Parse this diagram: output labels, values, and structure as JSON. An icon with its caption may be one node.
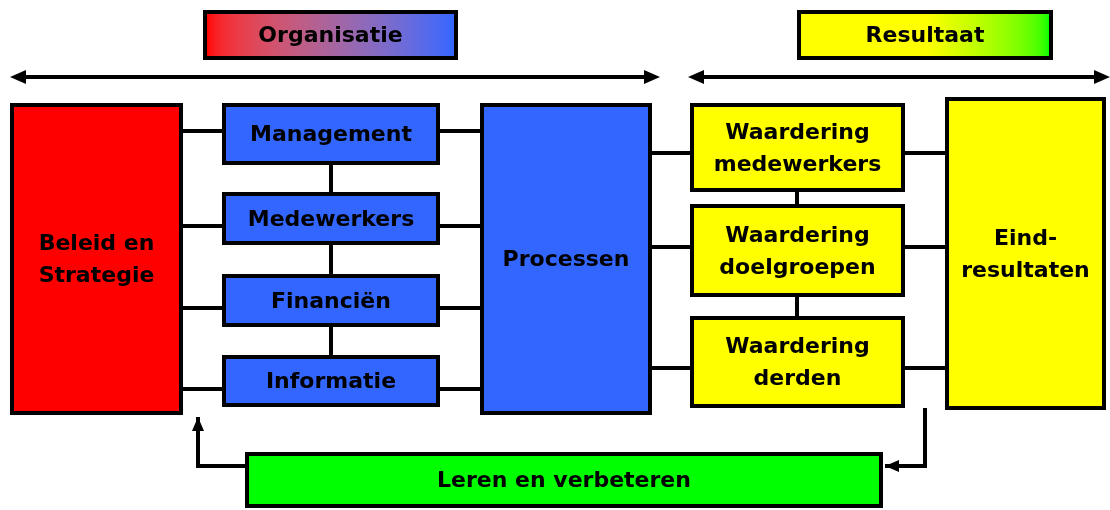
{
  "diagram": {
    "nodes": [
      {
        "text": [
          "Organisatie"
        ]
      },
      {
        "text": [
          "Resultaat"
        ]
      },
      {
        "text": [
          "Beleid en Strategie"
        ]
      },
      {
        "text": [
          "Management"
        ]
      },
      {
        "text": [
          "Medewerkers"
        ]
      },
      {
        "text": [
          "Financiën"
        ]
      },
      {
        "text": [
          "Informatie"
        ]
      },
      {
        "text": [
          "Processen"
        ]
      },
      {
        "text": [
          "Waardering medewerkers"
        ]
      },
      {
        "text": [
          "Waardering doelgroepen"
        ]
      },
      {
        "text": [
          "Waardering derden"
        ]
      },
      {
        "text": [
          "Eind-resultaten"
        ]
      },
      {
        "text": [
          "Leren en verbeteren"
        ]
      }
    ],
    "edges": [
      {
        "from": 2,
        "to": 3,
        "arrow": "none"
      },
      {
        "from": 2,
        "to": 4,
        "arrow": "none"
      },
      {
        "from": 2,
        "to": 5,
        "arrow": "none"
      },
      {
        "from": 2,
        "to": 6,
        "arrow": "none"
      },
      {
        "from": 3,
        "to": 4,
        "arrow": "none"
      },
      {
        "from": 4,
        "to": 5,
        "arrow": "none"
      },
      {
        "from": 5,
        "to": 6,
        "arrow": "none"
      },
      {
        "from": 3,
        "to": 7,
        "arrow": "none"
      },
      {
        "from": 4,
        "to": 7,
        "arrow": "none"
      },
      {
        "from": 5,
        "to": 7,
        "arrow": "none"
      },
      {
        "from": 6,
        "to": 7,
        "arrow": "none"
      },
      {
        "from": 7,
        "to": 8,
        "arrow": "none"
      },
      {
        "from": 7,
        "to": 9,
        "arrow": "none"
      },
      {
        "from": 7,
        "to": 10,
        "arrow": "none"
      },
      {
        "from": 8,
        "to": 9,
        "arrow": "none"
      },
      {
        "from": 9,
        "to": 10,
        "arrow": "none"
      },
      {
        "from": 8,
        "to": 11,
        "arrow": "none"
      },
      {
        "from": 9,
        "to": 11,
        "arrow": "none"
      },
      {
        "from": 10,
        "to": 11,
        "arrow": "none"
      },
      {
        "from": 12,
        "to": 2,
        "arrow": "to"
      },
      {
        "from": null,
        "to": 12,
        "arrow": "to"
      }
    ]
  }
}
